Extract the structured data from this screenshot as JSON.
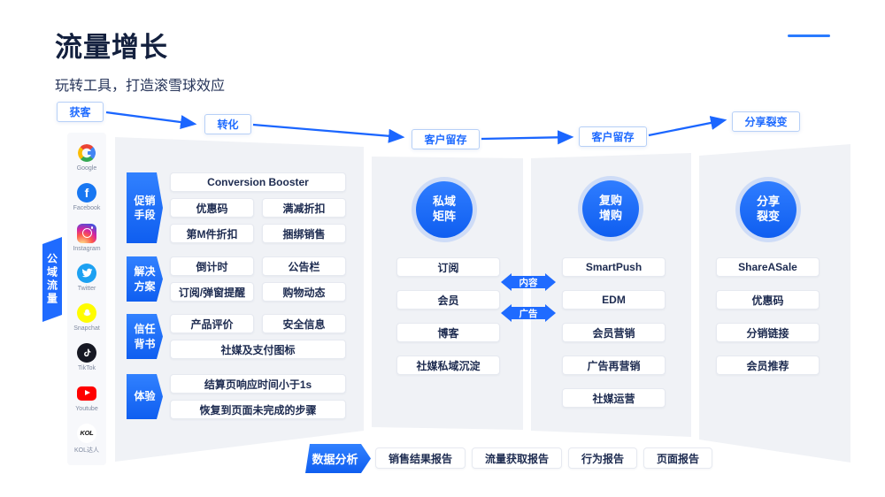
{
  "colors": {
    "primary": "#1f6bff",
    "navy": "#1d2b50",
    "panel_gray": "#f0f2f6"
  },
  "header": {
    "title": "流量增长",
    "subtitle": "玩转工具，打造滚雪球效应"
  },
  "flow": {
    "stages": [
      "获客",
      "转化",
      "客户留存",
      "客户留存",
      "分享裂变"
    ]
  },
  "public_traffic": {
    "ribbon": "公域流量",
    "channels": [
      {
        "name": "Google",
        "icon": "google-icon"
      },
      {
        "name": "Facebook",
        "icon": "facebook-icon"
      },
      {
        "name": "Instagram",
        "icon": "instagram-icon"
      },
      {
        "name": "Twitter",
        "icon": "twitter-icon"
      },
      {
        "name": "Snapchat",
        "icon": "snapchat-icon"
      },
      {
        "name": "TikTok",
        "icon": "tiktok-icon"
      },
      {
        "name": "Youtube",
        "icon": "youtube-icon"
      },
      {
        "name": "KOL达人",
        "icon": "kol-icon"
      }
    ]
  },
  "conversion_panel": {
    "sections": [
      {
        "label": "促销手段",
        "rows": [
          [
            "Conversion Booster"
          ],
          [
            "优惠码",
            "满减折扣"
          ],
          [
            "第M件折扣",
            "捆绑销售"
          ]
        ]
      },
      {
        "label": "解决方案",
        "rows": [
          [
            "倒计时",
            "公告栏"
          ],
          [
            "订阅/弹窗提醒",
            "购物动态"
          ]
        ]
      },
      {
        "label": "信任背书",
        "rows": [
          [
            "产品评价",
            "安全信息"
          ],
          [
            "社媒及支付图标"
          ]
        ]
      },
      {
        "label": "体验",
        "rows": [
          [
            "结算页响应时间小于1s"
          ],
          [
            "恢复到页面未完成的步骤"
          ]
        ]
      }
    ]
  },
  "columns": [
    {
      "id": "private-matrix",
      "circle": "私域矩阵",
      "items": [
        "订阅",
        "会员",
        "博客",
        "社媒私域沉淀"
      ]
    },
    {
      "id": "repurchase",
      "circle": "复购增购",
      "items": [
        "SmartPush",
        "EDM",
        "会员营销",
        "广告再营销",
        "社媒运营"
      ]
    },
    {
      "id": "share-fission",
      "circle": "分享裂变",
      "items": [
        "ShareASale",
        "优惠码",
        "分销链接",
        "会员推荐"
      ]
    }
  ],
  "link_arrows": [
    "内容",
    "广告"
  ],
  "analytics": {
    "label": "数据分析",
    "reports": [
      "销售结果报告",
      "流量获取报告",
      "行为报告",
      "页面报告"
    ]
  }
}
